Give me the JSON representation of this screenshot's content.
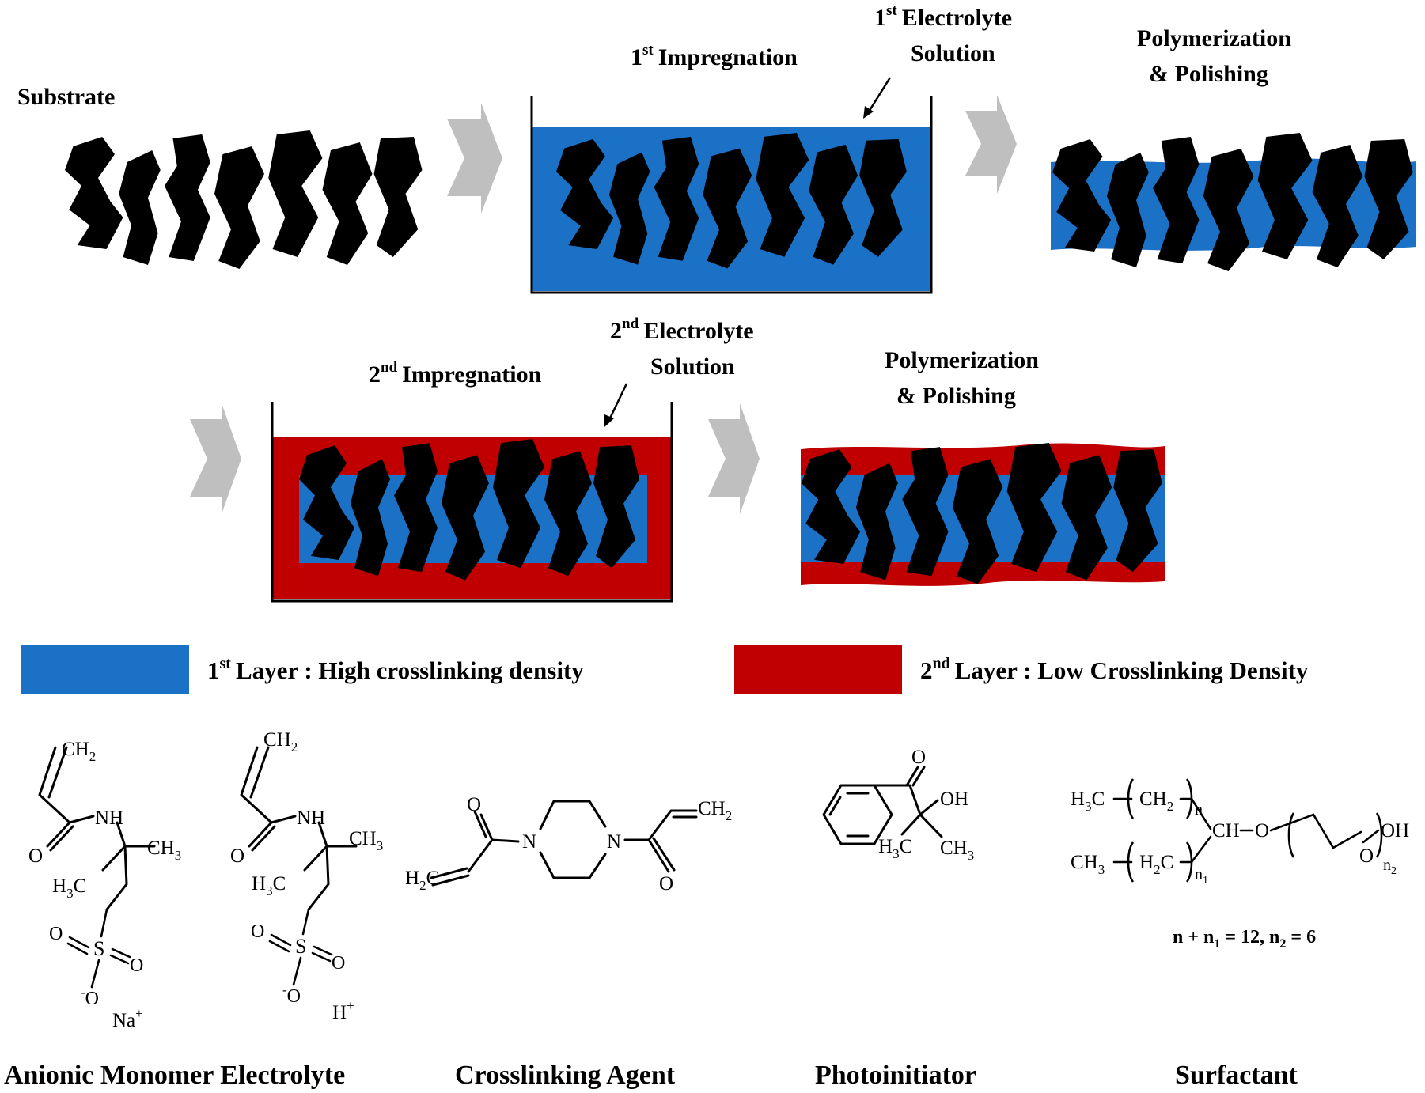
{
  "steps": {
    "substrate": "Substrate",
    "impregnation1": {
      "sup": "st",
      "pre": "1",
      "text": "Impregnation"
    },
    "electrolyte1": {
      "pre": "1",
      "sup": "st",
      "line1": "Electrolyte",
      "line2": "Solution"
    },
    "polymerization1": {
      "line1": "Polymerization",
      "line2": "& Polishing"
    },
    "impregnation2": {
      "pre": "2",
      "sup": "nd",
      "text": "Impregnation"
    },
    "electrolyte2": {
      "pre": "2",
      "sup": "nd",
      "line1": "Electrolyte",
      "line2": "Solution"
    },
    "polymerization2": {
      "line1": "Polymerization",
      "line2": "& Polishing"
    }
  },
  "legend": {
    "layer1": {
      "pre": "1",
      "sup": "st",
      "text": "Layer : High crosslinking density",
      "color": "#1a71c6"
    },
    "layer2": {
      "pre": "2",
      "sup": "nd",
      "text": "Layer : Low Crosslinking Density",
      "color": "#c00000"
    }
  },
  "colors": {
    "substrate": "#000000",
    "arrow": "#bfbfbf",
    "blue": "#1a71c6",
    "red": "#c00000"
  },
  "chemicals": {
    "monomer": {
      "caption": "Anionic Monomer Electrolyte",
      "ch2": "CH",
      "ch2_sub": "2",
      "nh": "NH",
      "o": "O",
      "ch3": "CH",
      "ch3_sub": "3",
      "h3c": "H",
      "h3c_sub": "3",
      "h3c_c": "C",
      "s": "S",
      "na": "Na",
      "na_sup": "+",
      "h": "H",
      "h_sup": "+",
      "ominus": "O",
      "ominus_sup": "-"
    },
    "crosslinker": {
      "caption": "Crosslinking Agent",
      "n": "N",
      "o": "O",
      "ch2": "CH",
      "ch2_sub": "2",
      "h2c": "H",
      "h2c_sub": "2",
      "h2c_c": "C"
    },
    "photoinitiator": {
      "caption": "Photoinitiator",
      "o": "O",
      "oh": "OH",
      "h3c": "H",
      "h3c_sub": "3",
      "h3c_c": "C",
      "ch3": "CH",
      "ch3_sub": "3"
    },
    "surfactant": {
      "caption": "Surfactant",
      "h3c": "H",
      "h3c_sub": "3",
      "h3c_c": "C",
      "ch2": "CH",
      "ch2_sub": "2",
      "n": "n",
      "ch": "CH",
      "o": "O",
      "oh": "OH",
      "ch3": "CH",
      "ch3_sub": "3",
      "h2c": "H",
      "h2c_sub": "2",
      "h2c_c": "C",
      "n1": "n",
      "n1_sub": "1",
      "n2": "n",
      "n2_sub": "2",
      "formula_a": "n + n",
      "formula_a_sub": "1",
      "formula_b": " = 12, n",
      "formula_b_sub": "2",
      "formula_c": " = 6"
    }
  }
}
